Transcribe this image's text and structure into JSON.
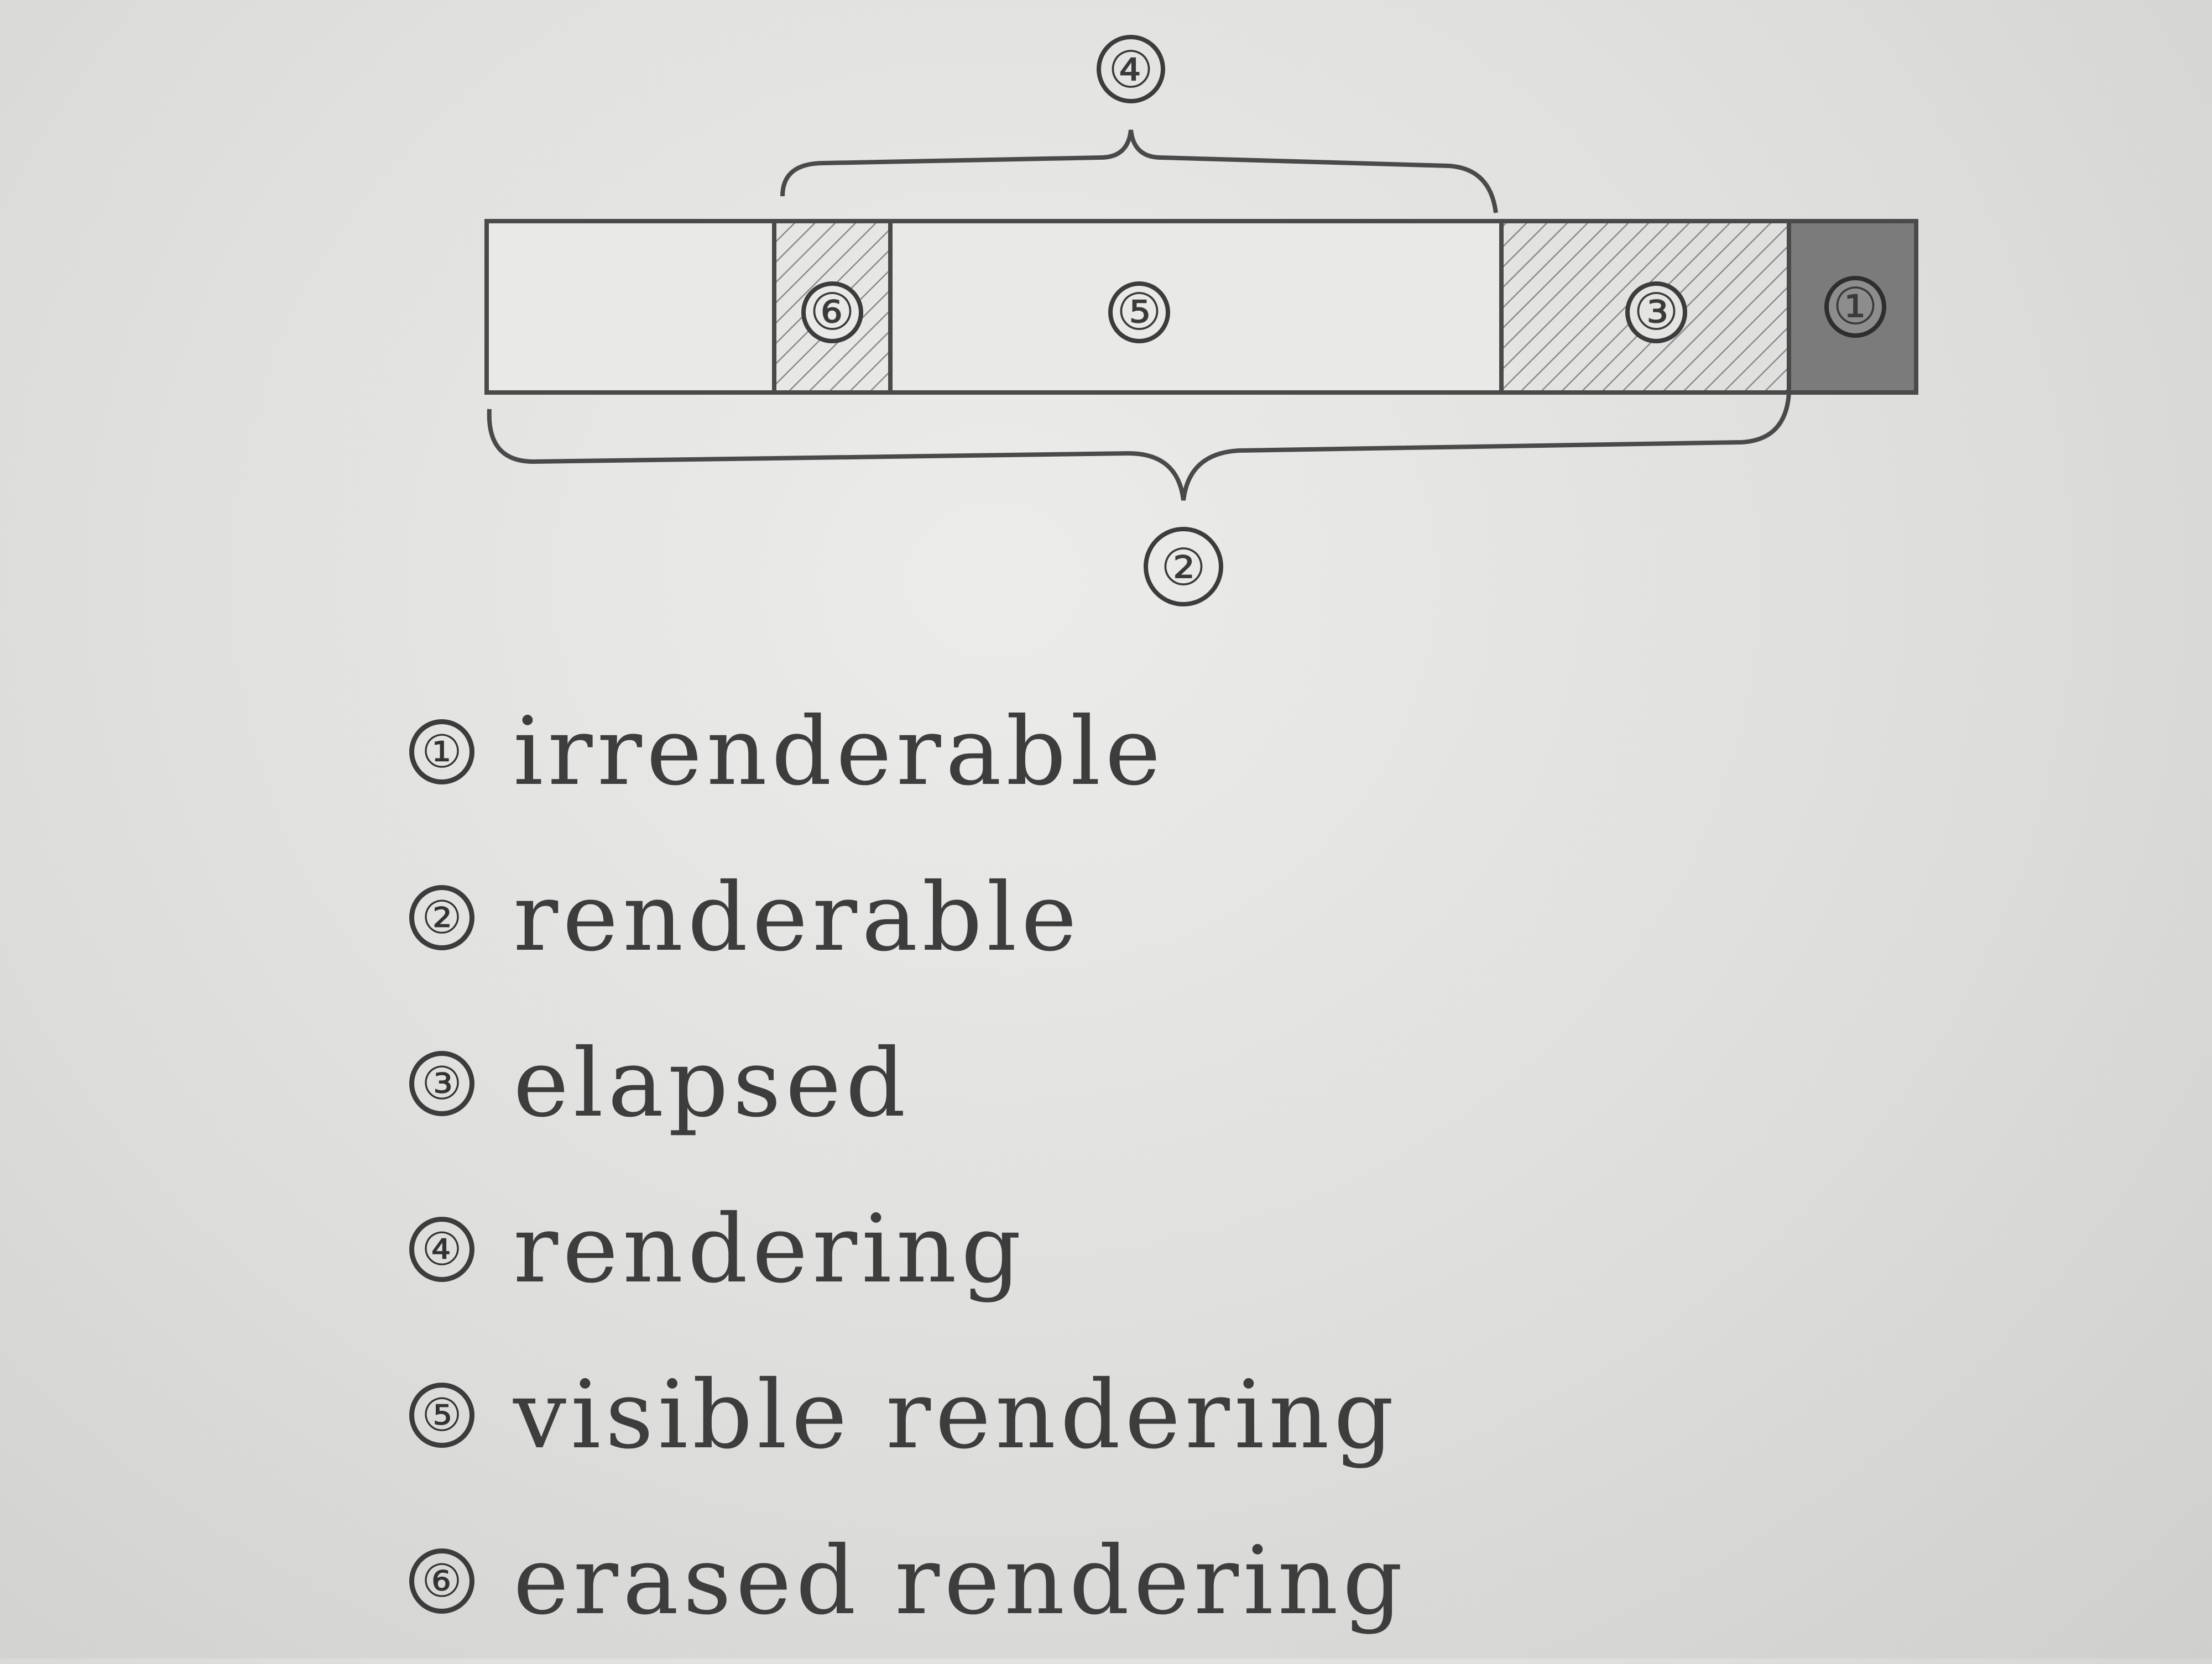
{
  "diagram": {
    "markers": {
      "irrenderable": "①",
      "renderable": "②",
      "elapsed": "③",
      "rendering": "④",
      "visible_rendering": "⑤",
      "erased_rendering": "⑥"
    }
  },
  "legend": [
    {
      "marker": "①",
      "term": "irrenderable"
    },
    {
      "marker": "②",
      "term": "renderable"
    },
    {
      "marker": "③",
      "term": "elapsed"
    },
    {
      "marker": "④",
      "term": "rendering"
    },
    {
      "marker": "⑤",
      "term": "visible rendering"
    },
    {
      "marker": "⑥",
      "term": "erased rendering"
    }
  ],
  "colors": {
    "pencil": "#4a4a4a",
    "paper": "#e4e4e2",
    "irrenderable_fill": "#7b7b7b",
    "hatch": "#8a8a8a"
  }
}
